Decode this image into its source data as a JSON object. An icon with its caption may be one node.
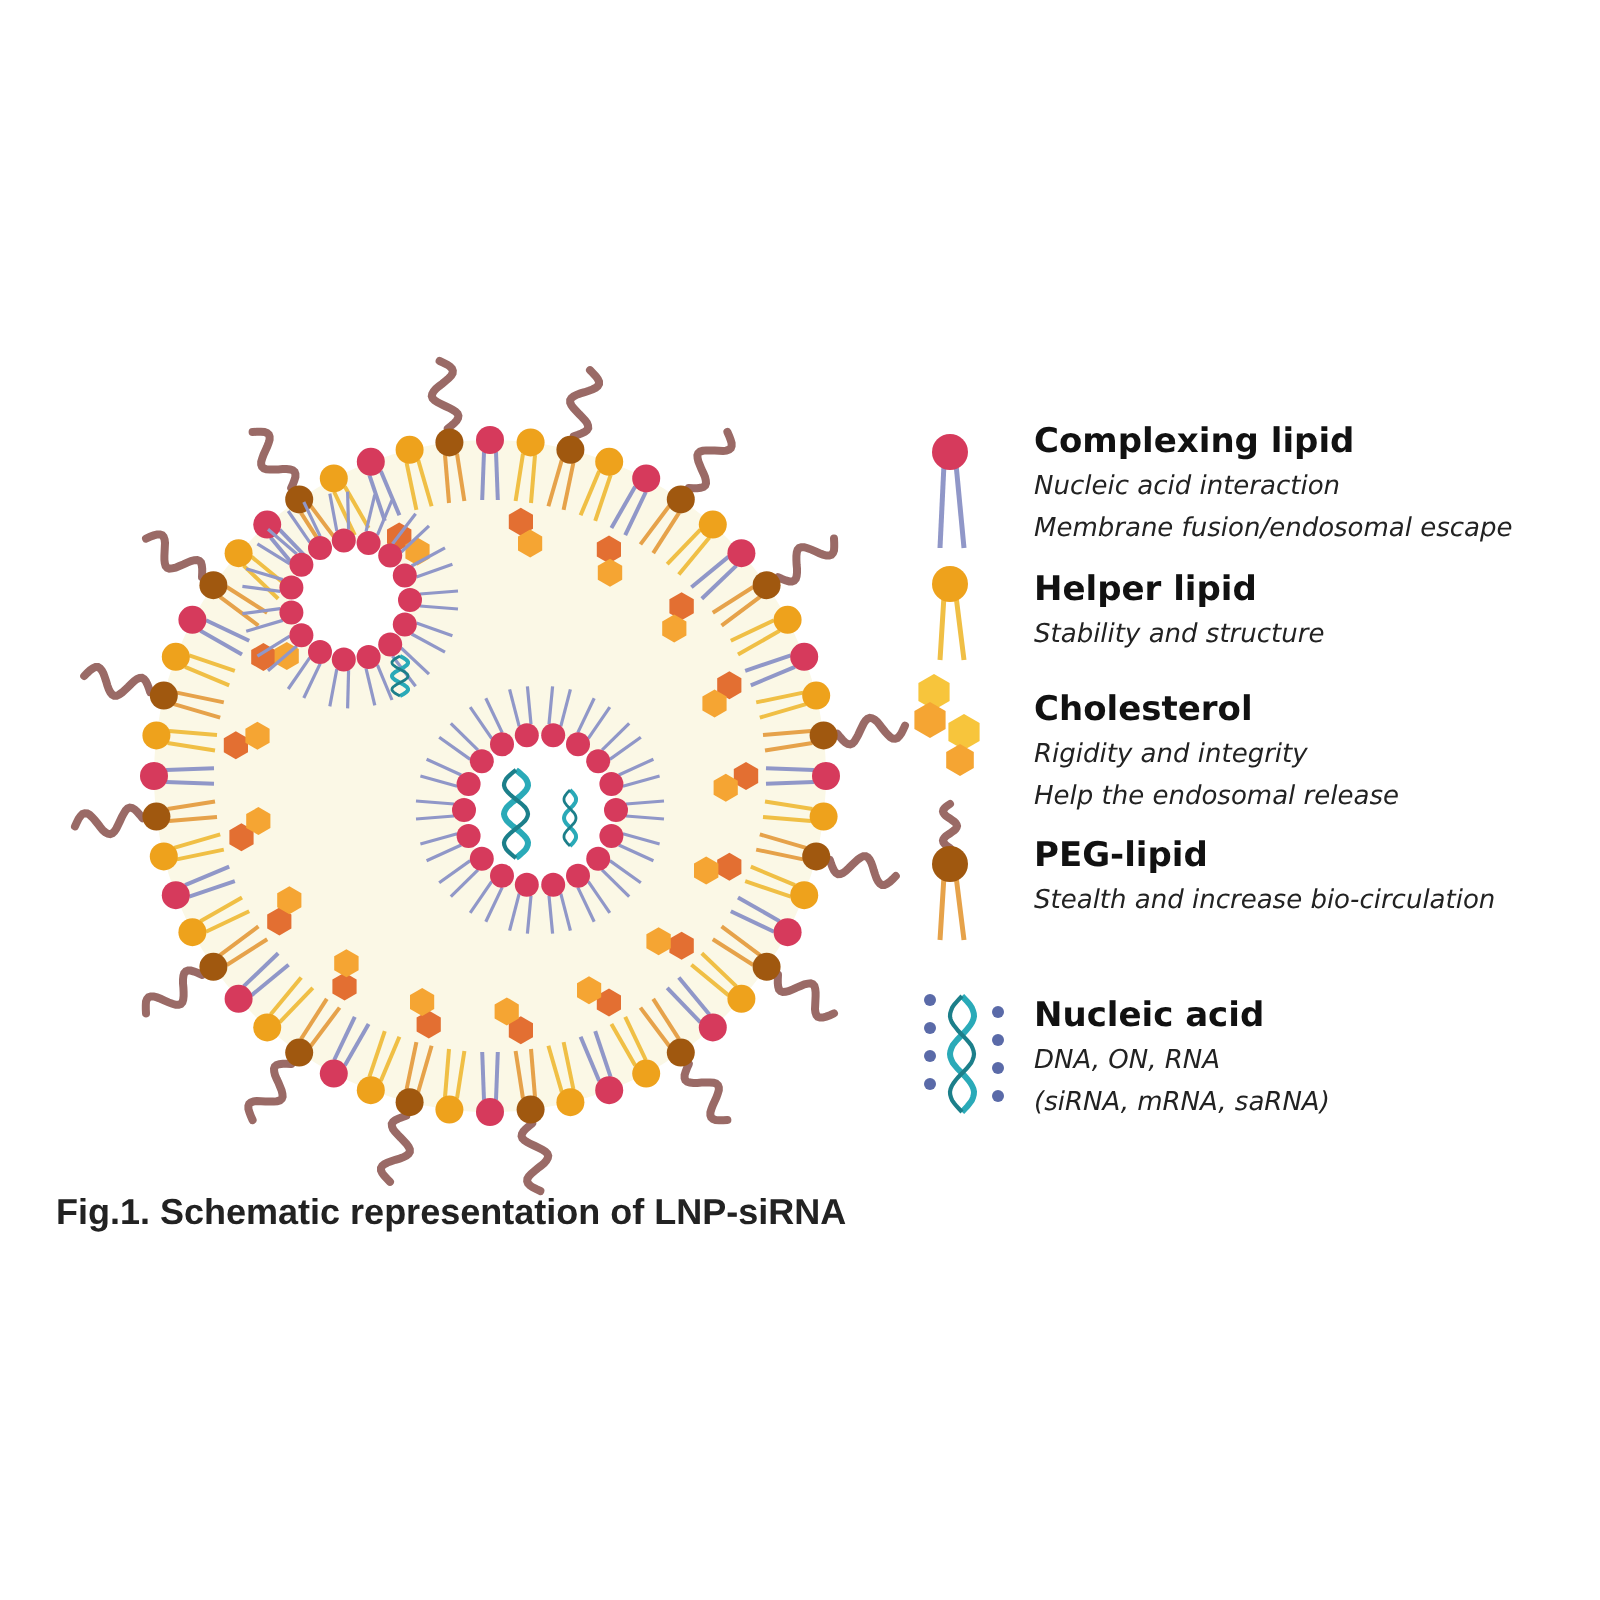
{
  "diagram": {
    "caption": "Fig.1. Schematic representation of LNP-siRNA",
    "legend": [
      {
        "text": "Complexing lipid"
      },
      {
        "text": "Helper lipid"
      },
      {
        "text": "Cholesterol"
      },
      {
        "text": "PEG-lipid"
      },
      {
        "text": "Nucleic acid"
      }
    ],
    "labels": [
      "Nucleic acid interaction",
      "Membrane fusion/endosomal escape",
      "Stability and structure",
      "Rigidity and integrity",
      "Help the endosomal release",
      "Stealth and increase bio-circulation",
      "DNA, ON, RNA",
      "(siRNA, mRNA, saRNA)"
    ]
  }
}
